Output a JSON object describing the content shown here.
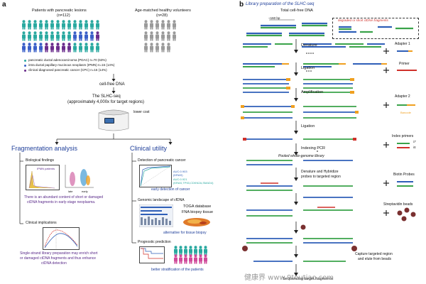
{
  "panel_a": {
    "label": "a",
    "groups": {
      "patients_title": "Patients with pancreatic lesions",
      "patients_n": "(n=112)",
      "healthy_title": "Age-matched healthy volunteers",
      "healthy_n": "(n=28)"
    },
    "legend": [
      {
        "text": "pancreatic ductal adenocarcinoma (PDAC) n=70 (63%)",
        "color": "#2aa9a0"
      },
      {
        "text": "intra ductal papillary mucinous neoplasm (IPMN) n=16 (14%)",
        "color": "#3a5fc8"
      },
      {
        "text": "clinical diagnosed pancreatic cancer (CPC) n=16 (14%)",
        "color": "#6a2c8c"
      }
    ],
    "cell_free_dna": "cell-free DNA",
    "method_title": "The SLHC-seq",
    "method_sub": "(approximately 4,000x for target regions)",
    "lower_cost": "lower cost",
    "frag_title": "Fragmentation analysis",
    "clinical_title": "Clinical utility",
    "bio_findings": "Biological findings",
    "ipmn_patients": "IPMN patients",
    "late": "late",
    "early": "early",
    "bio_summary": "There is an abundant content of short or damaged ctDNA fragments in early-stage neoplasma.",
    "clinical_implications": "Clinical implications",
    "clin_summary": "Single-strand library preparation may enrich short or damaged ctDNA fragments and thus enhance ctDNA detection",
    "detection_title": "Detection of pancreatic cancer",
    "auc1": "AUC:0.903",
    "auc1_gene": "(KRAS)",
    "auc2": "AUC:0.921",
    "auc2_gene": "(KRAS,TP53,CDKN2A,SMAD4)",
    "early_detection": "early detection of cancer",
    "genomic_title": "Genomic landscape of cfDNA",
    "toga": "TOGA database",
    "fna": "FNA biopsy tissue",
    "alternative": "alternative for tissue biopsy",
    "prognostic_title": "Prognostic prediction",
    "better_strat": "better stratification of the patients"
  },
  "panel_b": {
    "label": "b",
    "title": "Library preparation of the SLHC-seq",
    "total_cfdna": "Total cell-free DNA",
    "bp": "~160 bp",
    "degraded": "degraded or short ctDNA fragments",
    "steps": [
      "Denature",
      "Ligation",
      "Amplification",
      "Ligation",
      "Indexing PCR",
      "Denature and Hybridize probes to targeted region",
      "Capture targeted region and elute from beads"
    ],
    "pooled": "Pooled whole-genome library",
    "reagents": [
      "Adapter 1",
      "Primer",
      "Adapter 2",
      "Index primers",
      "Biotin Probes",
      "Streptavidin beads"
    ],
    "barcode": "Barcode",
    "i7": "i7",
    "i5": "i5",
    "bottom": "Sequencing target fragments"
  },
  "watermark": "健康界 www.9toutiao.com",
  "colors": {
    "teal": "#2aa9a0",
    "blue": "#3a5fc8",
    "purple": "#6a2c8c",
    "gray": "#9a9a9a",
    "dna_blue": "#2f5fb8",
    "dna_green": "#3aa34a",
    "orange": "#f0a020",
    "red": "#d0302a"
  }
}
